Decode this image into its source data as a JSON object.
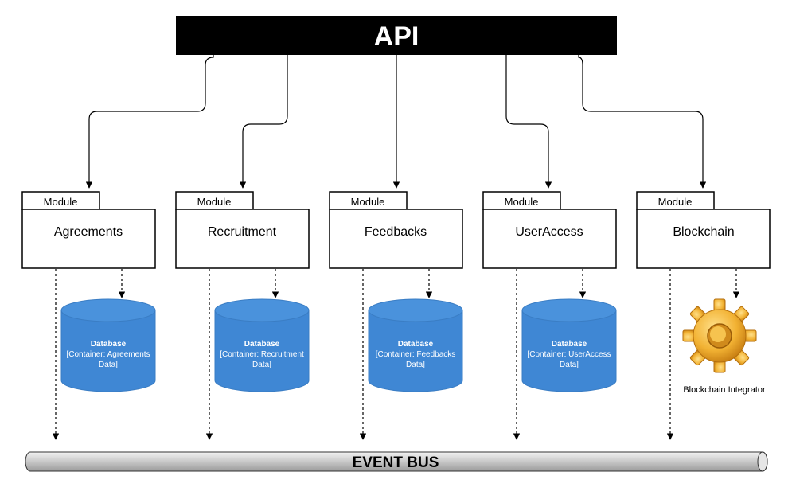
{
  "api": {
    "label": "API"
  },
  "modules": [
    {
      "tag": "Module",
      "name": "Agreements",
      "storage": {
        "kind": "database",
        "title": "Database",
        "line1": "[Container: Agreements",
        "line2": "Data]"
      }
    },
    {
      "tag": "Module",
      "name": "Recruitment",
      "storage": {
        "kind": "database",
        "title": "Database",
        "line1": "[Container: Recruitment",
        "line2": "Data]"
      }
    },
    {
      "tag": "Module",
      "name": "Feedbacks",
      "storage": {
        "kind": "database",
        "title": "Database",
        "line1": "[Container: Feedbacks",
        "line2": "Data]"
      }
    },
    {
      "tag": "Module",
      "name": "UserAccess",
      "storage": {
        "kind": "database",
        "title": "Database",
        "line1": "[Container: UserAccess",
        "line2": "Data]"
      }
    },
    {
      "tag": "Module",
      "name": "Blockchain",
      "storage": {
        "kind": "integrator",
        "label": "Blockchain Integrator",
        "icon": "gear-icon"
      }
    }
  ],
  "event_bus": {
    "label": "EVENT BUS"
  },
  "colors": {
    "api_bg": "#000000",
    "database": "#3f87d4",
    "bus": "#d3d3d3",
    "gear": "#f2b233"
  }
}
